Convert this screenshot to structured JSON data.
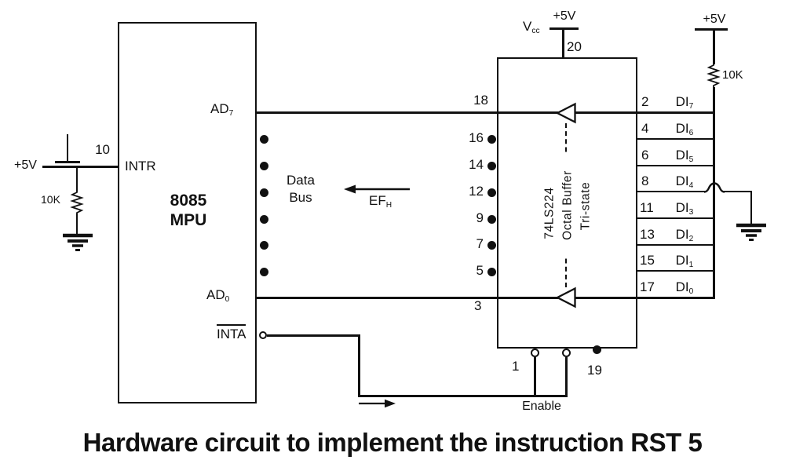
{
  "title": "Hardware circuit to implement the instruction RST 5",
  "colors": {
    "ink": "#111111",
    "background": "#ffffff"
  },
  "mpu": {
    "name_line1": "8085",
    "name_line2": "MPU",
    "intr": {
      "pin": "10",
      "label": "INTR",
      "supply": "+5V",
      "resistor": "10K"
    },
    "ad7": {
      "base": "AD",
      "sub": "7",
      "buffer_pin": "18"
    },
    "ad0": {
      "base": "AD",
      "sub": "0",
      "buffer_pin": "3"
    },
    "inta": {
      "label": "INTA"
    }
  },
  "data_bus": {
    "label_line1": "Data",
    "label_line2": "Bus",
    "signal": {
      "base": "EF",
      "sub": "H"
    },
    "buffer_pins": [
      "16",
      "14",
      "12",
      "9",
      "7",
      "5"
    ]
  },
  "buffer": {
    "chip": "74LS224",
    "kind": "Octal Buffer",
    "mode": "Tri-state",
    "vcc": {
      "base": "V",
      "sub": "cc"
    },
    "vcc_supply": "+5V",
    "vcc_pin": "20",
    "enable": {
      "label": "Enable",
      "pin_left": "1",
      "pin_right": "19"
    }
  },
  "inputs": {
    "supply": "+5V",
    "pullup": "10K",
    "rows": [
      {
        "pin": "2",
        "base": "DI",
        "sub": "7"
      },
      {
        "pin": "4",
        "base": "DI",
        "sub": "6"
      },
      {
        "pin": "6",
        "base": "DI",
        "sub": "5"
      },
      {
        "pin": "8",
        "base": "DI",
        "sub": "4"
      },
      {
        "pin": "11",
        "base": "DI",
        "sub": "3"
      },
      {
        "pin": "13",
        "base": "DI",
        "sub": "2"
      },
      {
        "pin": "15",
        "base": "DI",
        "sub": "1"
      },
      {
        "pin": "17",
        "base": "DI",
        "sub": "0"
      }
    ]
  }
}
